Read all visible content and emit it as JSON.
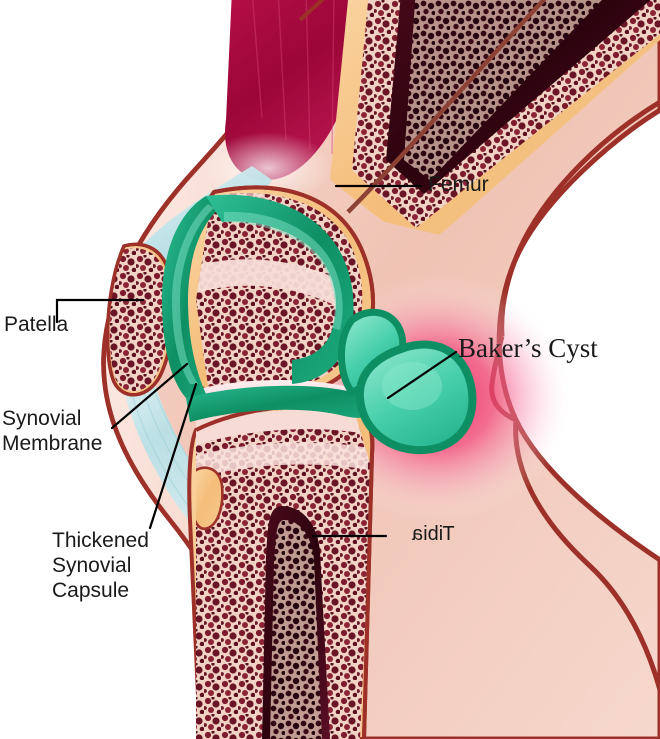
{
  "illustration": {
    "subject": "Baker's Cyst — sagittal cross-section of the knee joint",
    "background_color": "#ffffff"
  },
  "labels": [
    {
      "key": "femur",
      "text": "Femur",
      "style": "sans"
    },
    {
      "key": "patella",
      "text": "Patella",
      "style": "sans"
    },
    {
      "key": "synovial",
      "text": "Synovial\nMembrane",
      "style": "sans"
    },
    {
      "key": "thick",
      "text": "Thickened\nSynovial\nCapsule",
      "style": "sans"
    },
    {
      "key": "baker",
      "text": "Baker’s Cyst",
      "style": "serif"
    },
    {
      "key": "tibia",
      "text": "Tibia",
      "style": "mirrored"
    }
  ],
  "structures": [
    {
      "name": "quadriceps-muscle",
      "color": "#aa0c42"
    },
    {
      "name": "quadriceps-tendon",
      "color": "#bfe4e8"
    },
    {
      "name": "patellar-ligament",
      "color": "#bfe4e8"
    },
    {
      "name": "skin-outline",
      "color": "#9d3028"
    },
    {
      "name": "subcutaneous-tissue",
      "color": "#f2c9bd"
    },
    {
      "name": "cortical-bone",
      "color": "#f4c183"
    },
    {
      "name": "trabecular-bone",
      "color": "#8e2236"
    },
    {
      "name": "marrow-cavity",
      "color": "#3d0714"
    },
    {
      "name": "articular-cartilage",
      "color": "#f7dbdd"
    },
    {
      "name": "synovial-capsule",
      "color": "#17a37c"
    },
    {
      "name": "bakers-cyst-fluid",
      "color": "#4fd0ad"
    },
    {
      "name": "inflammation-glow",
      "color": "#f0356e"
    }
  ],
  "colors": {
    "label_text": "#1a1a1a",
    "leader_line": "#000000",
    "cyst_outline": "#0e8f63",
    "cyst_fill": "#4fd0ad",
    "bone_cortex": "#f4c183",
    "skin_line": "#9d3028",
    "muscle": "#aa0c42",
    "inflammation": "#f0356e"
  }
}
